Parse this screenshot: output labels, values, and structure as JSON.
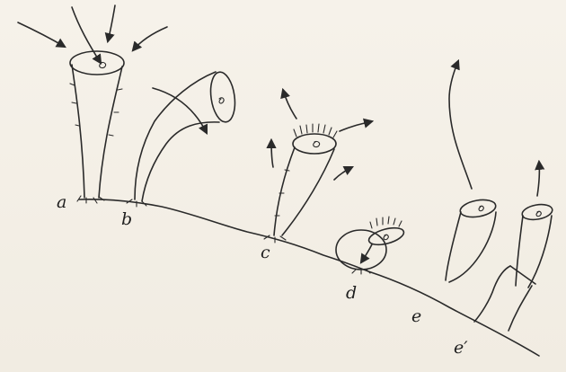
{
  "figure": {
    "labels": {
      "a": "a",
      "b": "b",
      "c": "c",
      "d": "d",
      "e": "e",
      "e_prime": "e′"
    },
    "colors": {
      "background": "#f3efe6",
      "ink": "#2a2a2a"
    }
  }
}
